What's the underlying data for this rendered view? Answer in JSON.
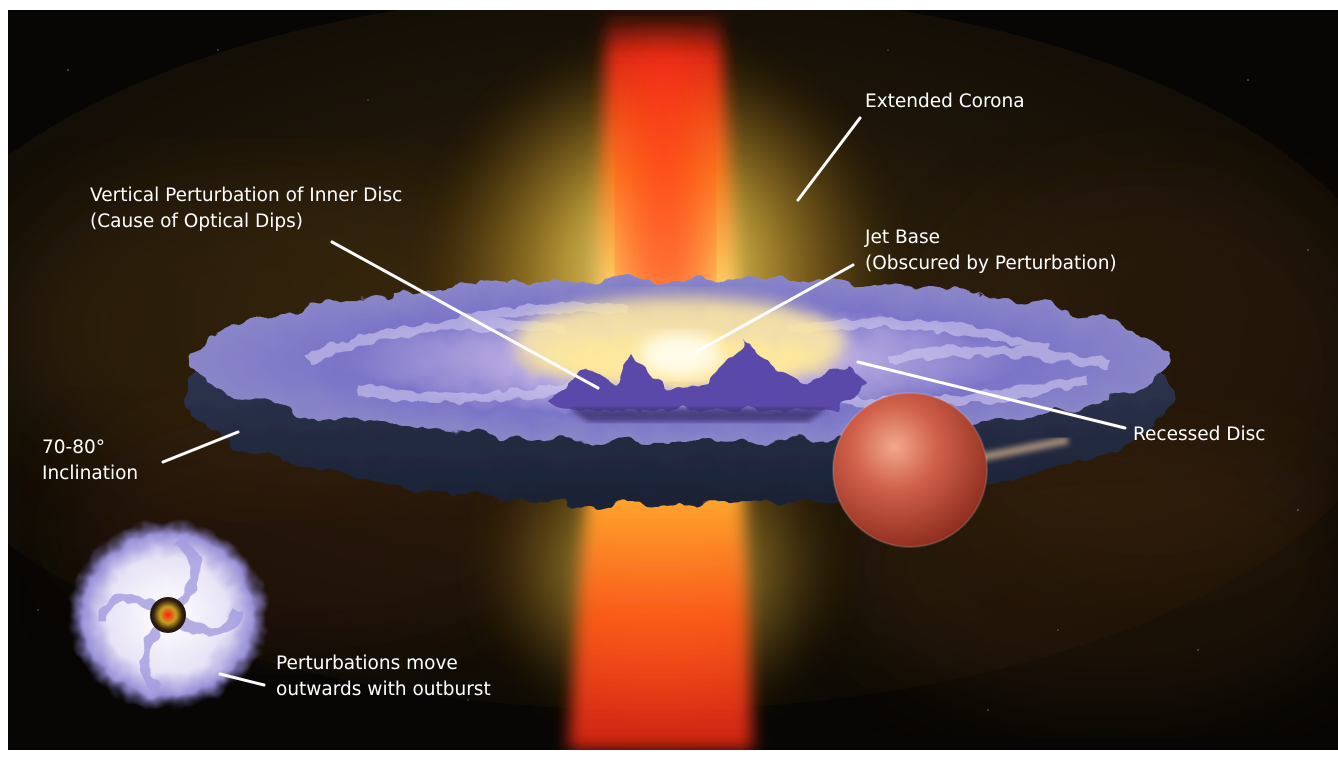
{
  "labels": {
    "extended_corona": "Extended Corona",
    "vertical_perturbation": [
      "Vertical Perturbation of Inner Disc",
      "(Cause of Optical Dips)"
    ],
    "jet_base": [
      "Jet Base",
      "(Obscured by Perturbation)"
    ],
    "recessed_disc": "Recessed Disc",
    "inclination": [
      "70-80°",
      "Inclination"
    ],
    "perturbations_move": [
      "Perturbations move",
      "outwards with outburst"
    ]
  },
  "colors": {
    "space": "#070604",
    "disc_blue": "#6f6bc8",
    "disc_dark": "#2b3550",
    "jet_red": "#ff2a1a",
    "corona_yellow": "#ffd84a",
    "companion_star": "#c8503a",
    "leader_line": "#ffffff"
  }
}
